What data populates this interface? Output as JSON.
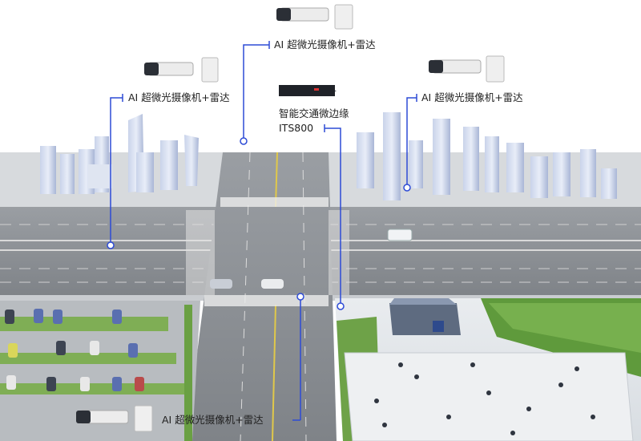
{
  "labels": {
    "camera_top": "AI 超微光摄像机+雷达",
    "camera_left": "AI 超微光摄像机+雷达",
    "camera_right": "AI 超微光摄像机+雷达",
    "camera_bottom": "AI 超微光摄像机+雷达",
    "edge_device_line1": "智能交通微边缘",
    "edge_device_line2": "ITS800"
  },
  "colors": {
    "callout_line": "#2d4bd6",
    "sky": "#ffffff",
    "road": "#8e9296",
    "grass": "#6fa84a"
  }
}
